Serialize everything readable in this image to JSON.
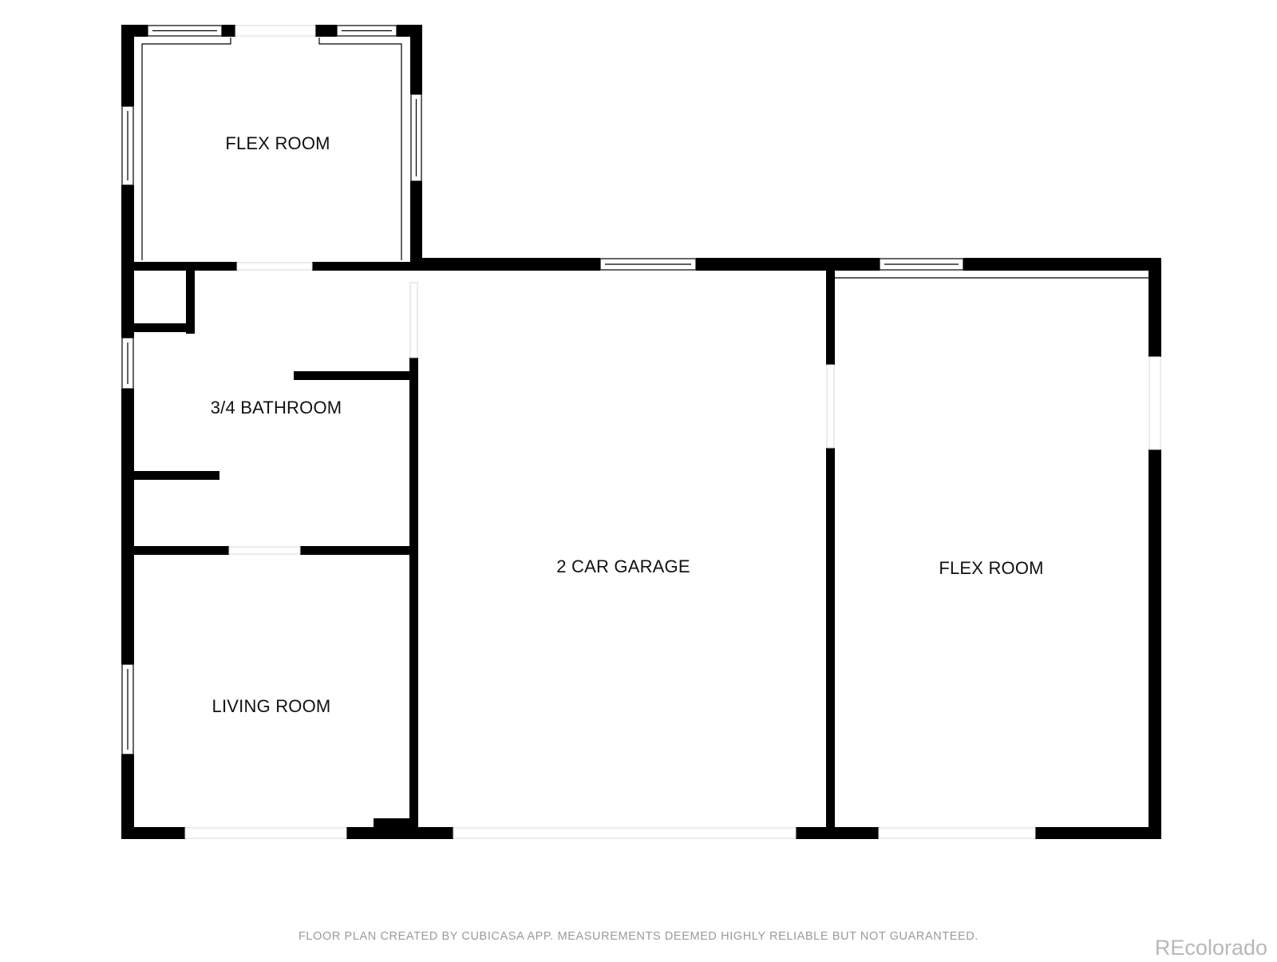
{
  "rooms": {
    "flex_room_top": "FLEX ROOM",
    "bathroom": "3/4 BATHROOM",
    "living_room": "LIVING ROOM",
    "garage": "2 CAR GARAGE",
    "flex_room_right": "FLEX ROOM"
  },
  "footer": "FLOOR PLAN CREATED BY CUBICASA APP. MEASUREMENTS DEEMED HIGHLY RELIABLE BUT NOT GUARANTEED.",
  "watermark": "REcolorado",
  "colors": {
    "wall": "#000000",
    "background": "#ffffff",
    "footer_text": "#9a9a9a",
    "watermark_text": "#b8b8b8"
  }
}
